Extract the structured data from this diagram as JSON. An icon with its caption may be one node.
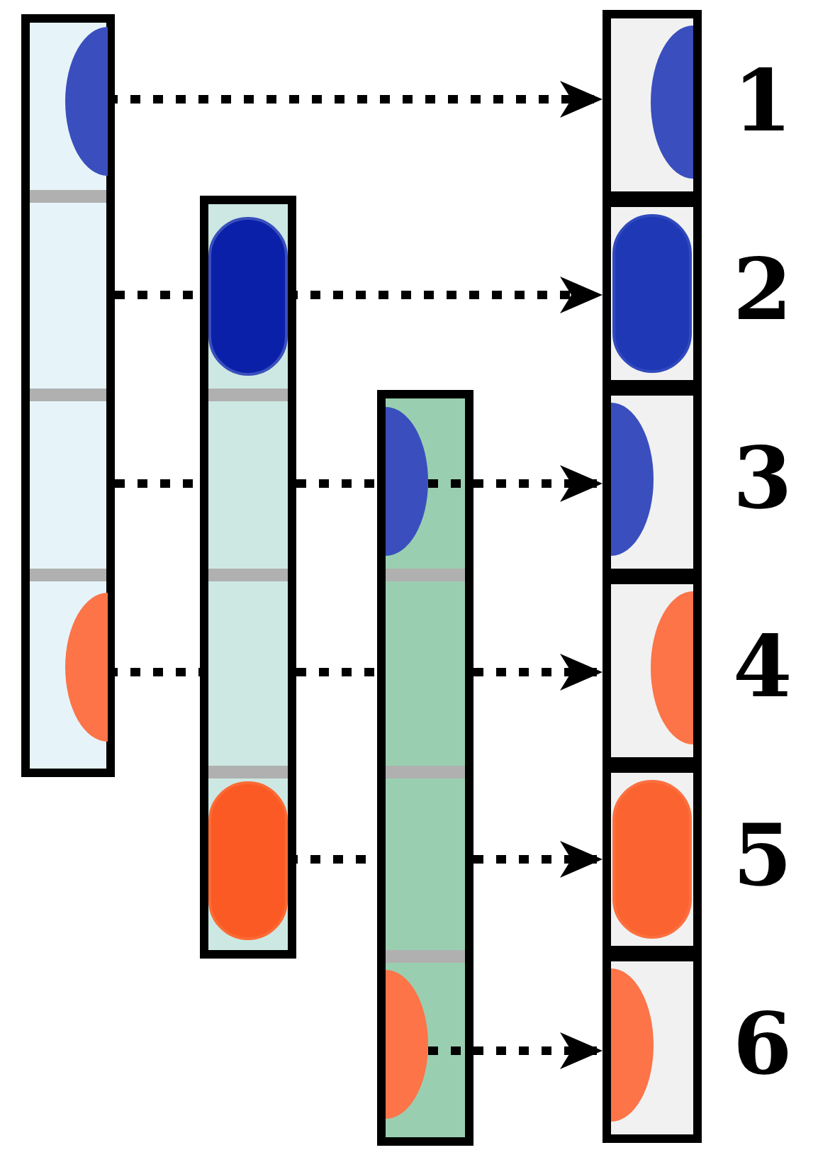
{
  "diagram": {
    "nodes": [
      {
        "text": [],
        "shape": "bar"
      },
      {
        "text": [],
        "shape": "oval",
        "in": 0
      },
      {
        "text": [],
        "shape": "oval",
        "in": 0
      },
      {
        "text": [],
        "shape": "bar"
      },
      {
        "text": [],
        "shape": "oval",
        "in": 3
      },
      {
        "text": [],
        "shape": "oval",
        "in": 3
      },
      {
        "text": [],
        "shape": "bar"
      },
      {
        "text": [],
        "shape": "oval",
        "in": 6
      },
      {
        "text": [],
        "shape": "oval",
        "in": 6
      },
      {
        "text": [],
        "shape": "box",
        "beside": [
          "1"
        ]
      },
      {
        "text": [],
        "shape": "box",
        "beside": [
          "2"
        ]
      },
      {
        "text": [],
        "shape": "box",
        "beside": [
          "3"
        ]
      },
      {
        "text": [],
        "shape": "box",
        "beside": [
          "4"
        ]
      },
      {
        "text": [],
        "shape": "box",
        "beside": [
          "5"
        ]
      },
      {
        "text": [],
        "shape": "box",
        "beside": [
          "6"
        ]
      },
      {
        "text": [],
        "shape": "oval",
        "in": 9
      },
      {
        "text": [],
        "shape": "oval",
        "in": 10
      },
      {
        "text": [],
        "shape": "oval",
        "in": 11
      },
      {
        "text": [],
        "shape": "oval",
        "in": 12
      },
      {
        "text": [],
        "shape": "oval",
        "in": 13
      },
      {
        "text": [],
        "shape": "oval",
        "in": 14
      }
    ],
    "edges": [
      {
        "from": 1,
        "to": 9,
        "arrow": "to",
        "style": "dashed"
      },
      {
        "from": 0,
        "to": 4,
        "arrow": "none",
        "style": "dashed"
      },
      {
        "from": 4,
        "to": 10,
        "arrow": "to",
        "style": "dashed"
      },
      {
        "from": 0,
        "to": 3,
        "arrow": "none",
        "style": "dashed"
      },
      {
        "from": 3,
        "to": 7,
        "arrow": "none",
        "style": "dashed"
      },
      {
        "from": 7,
        "to": 11,
        "arrow": "to",
        "style": "dashed"
      },
      {
        "from": 2,
        "to": 3,
        "arrow": "none",
        "style": "dashed"
      },
      {
        "from": 3,
        "to": 6,
        "arrow": "none",
        "style": "dashed"
      },
      {
        "from": 6,
        "to": 12,
        "arrow": "to",
        "style": "dashed"
      },
      {
        "from": 5,
        "to": 6,
        "arrow": "none",
        "style": "dashed"
      },
      {
        "from": 6,
        "to": 13,
        "arrow": "to",
        "style": "dashed"
      },
      {
        "from": 8,
        "to": 14,
        "arrow": "to",
        "style": "dashed"
      }
    ]
  }
}
